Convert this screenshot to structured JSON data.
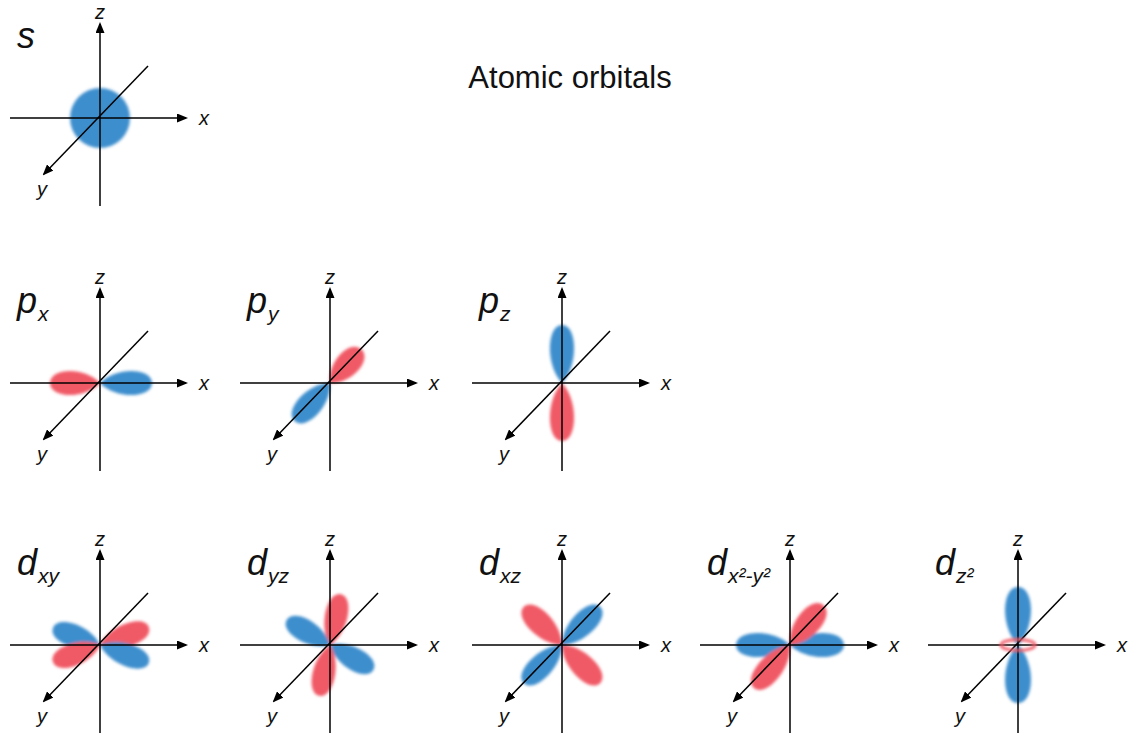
{
  "diagram": {
    "title": "Atomic orbitals",
    "labels": [
      "s",
      "z",
      "x",
      "y",
      "p",
      "x",
      "z",
      "x",
      "y",
      "p",
      "y",
      "z",
      "x",
      "y",
      "p",
      "z",
      "z",
      "x",
      "y",
      "d",
      "xy",
      "z",
      "x",
      "y",
      "d",
      "yz",
      "z",
      "x",
      "y",
      "d",
      "xz",
      "z",
      "x",
      "y",
      "d",
      "x²-y²",
      "z",
      "x",
      "y",
      "d",
      "z²",
      "z",
      "x",
      "y"
    ]
  }
}
